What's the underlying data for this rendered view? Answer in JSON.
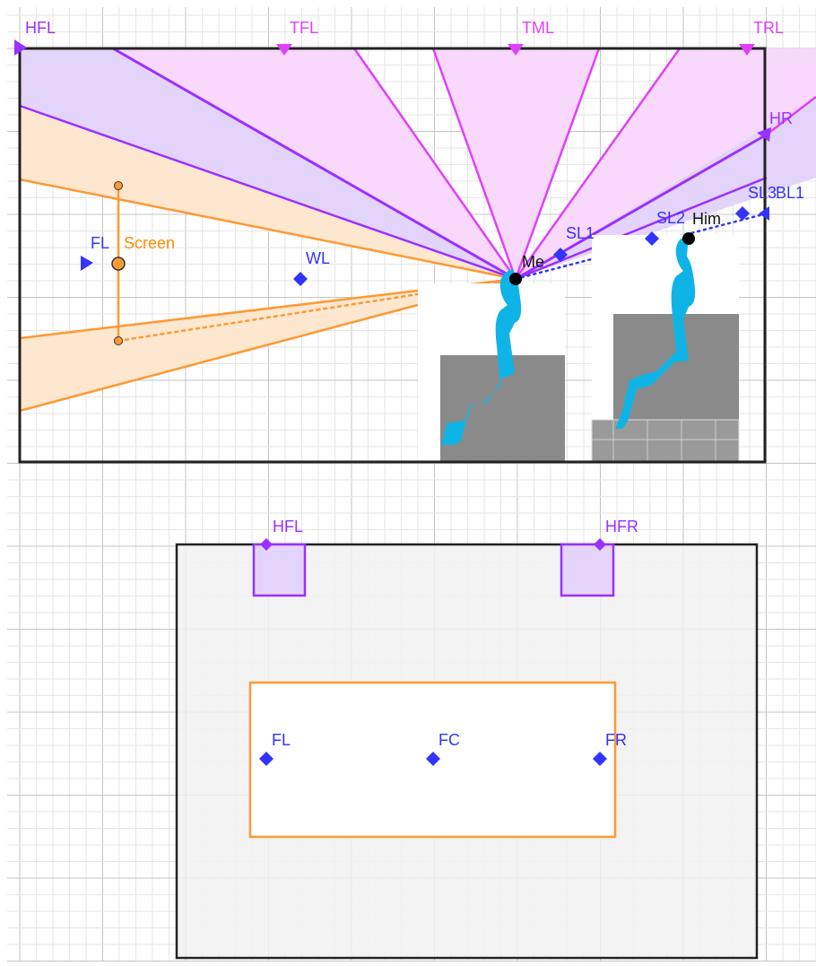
{
  "colors": {
    "grid_minor": "#e6e6e6",
    "grid_major": "#c4c4c4",
    "frame": "#222222",
    "pink": "#e040fb",
    "pink_fill": "#f9d8fd",
    "purple": "#9b30ff",
    "purple_fill": "#e3d4fb",
    "orange": "#ff9933",
    "orange_fill": "#fde7cf",
    "blue": "#3333ff",
    "person": "#0fb4e6",
    "seat": "#8a8a8a",
    "room_fill": "#f1f1f1"
  },
  "side_view": {
    "top_markers": [
      {
        "label": "HFL",
        "kind": "height-front"
      },
      {
        "label": "TFL",
        "kind": "top"
      },
      {
        "label": "TML",
        "kind": "top"
      },
      {
        "label": "TRL",
        "kind": "top"
      }
    ],
    "right_labels": {
      "hr": "HR",
      "sl3": "SL3",
      "bl1": "BL1"
    },
    "speakers": {
      "sl1": "SL1",
      "sl2": "SL2",
      "wl": "WL",
      "fl": "FL"
    },
    "screen_label": "Screen",
    "listeners": {
      "me": "Me",
      "him": "Him"
    }
  },
  "top_view": {
    "height_speakers": [
      "HFL",
      "HFR"
    ],
    "front_speakers": [
      "FL",
      "FC",
      "FR"
    ]
  }
}
